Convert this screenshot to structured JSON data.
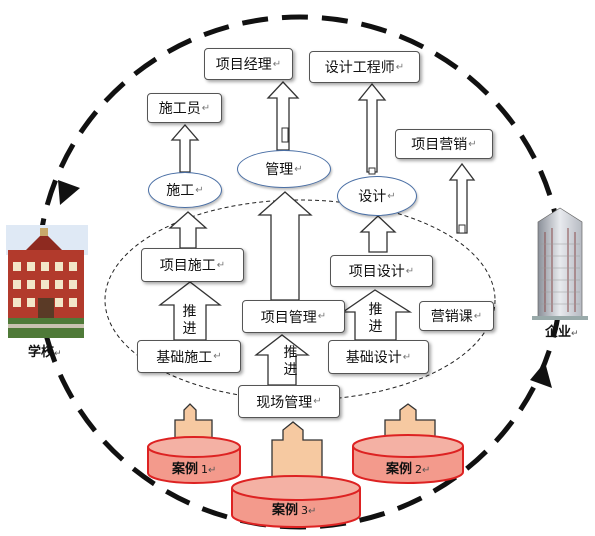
{
  "nodes": {
    "project_manager": "项目经理",
    "design_engineer": "设计工程师",
    "constructor": "施工员",
    "project_marketing": "项目营销",
    "construction": "施工",
    "management": "管理",
    "design": "设计",
    "project_construction": "项目施工",
    "project_design": "项目设计",
    "project_management": "项目管理",
    "marketing_course": "营销课",
    "basic_construction": "基础施工",
    "basic_design": "基础设计",
    "site_management": "现场管理"
  },
  "push_labels": [
    "推进",
    "推进",
    "推进"
  ],
  "cases": [
    {
      "label": "案例",
      "num": "1"
    },
    {
      "label": "案例",
      "num": "2"
    },
    {
      "label": "案例",
      "num": "3"
    }
  ],
  "sides": {
    "school": "学校",
    "enterprise": "企业"
  },
  "return_mark": "↵"
}
